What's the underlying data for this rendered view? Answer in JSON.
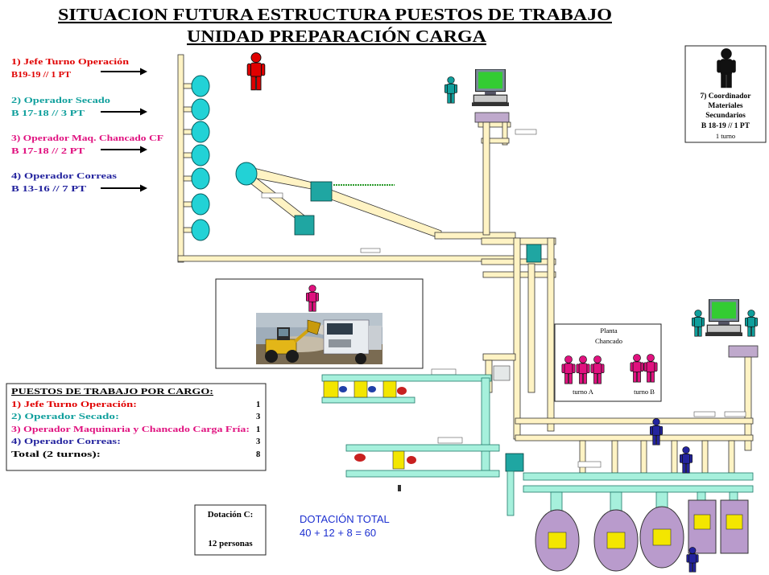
{
  "title": {
    "line1": "SITUACION FUTURA ESTRUCTURA PUESTOS DE TRABAJO",
    "line2": "UNIDAD PREPARACIÓN CARGA"
  },
  "roles": [
    {
      "label": "1) Jefe Turno Operación",
      "detail": "B19-19 // 1 PT",
      "color": "#e00000"
    },
    {
      "label": "2) Operador Secado",
      "detail": "B 17-18 // 3 PT",
      "color": "#0f9f9c"
    },
    {
      "label": "3) Operador Maq. Chancado CF",
      "detail": "B 17-18 // 2 PT",
      "color": "#e0117f"
    },
    {
      "label": "4) Operador Correas",
      "detail": "B 13-16 // 7 PT",
      "color": "#23239e"
    }
  ],
  "coordinator": {
    "lines": [
      "7) Coordinador",
      "Materiales",
      "Secundarios",
      "B 18-19 // 1 PT"
    ],
    "shift": "1 turno",
    "color": "#111111"
  },
  "planta_chancado": {
    "title_lines": [
      "Planta",
      "Chancado"
    ],
    "shift_a": "turno A",
    "shift_b": "turno B"
  },
  "summary_table": {
    "heading": "PUESTOS DE TRABAJO POR CARGO:",
    "rows": [
      {
        "label": "1) Jefe Turno Operación:",
        "value": "1"
      },
      {
        "label": "2) Operador Secado:",
        "value": "3"
      },
      {
        "label": "3) Operador Maquinaria y Chancado Carga Fría:",
        "value": "1"
      },
      {
        "label": "4) Operador Correas:",
        "value": "3"
      }
    ],
    "total": {
      "label": "Total (2 turnos):",
      "value": "8"
    }
  },
  "dotacion_c": {
    "label": "Dotación C:",
    "value": "12 personas"
  },
  "dotacion_total": {
    "label": "DOTACIÓN TOTAL",
    "formula": "40 + 12 + 8 = 60",
    "color": "#1c2fd0"
  },
  "icons": {
    "operator": "person-icon",
    "workstation": "computer-icon",
    "pointer": "arrow-right-icon"
  }
}
